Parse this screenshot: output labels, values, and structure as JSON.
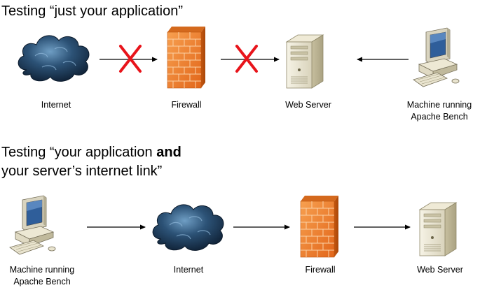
{
  "section1": {
    "title": "Testing “just your application”",
    "nodes": {
      "internet": "Internet",
      "firewall": "Firewall",
      "web_server": "Web Server",
      "client_line1": "Machine running",
      "client_line2": "Apache Bench"
    },
    "blocked_mark": "X"
  },
  "section2": {
    "title_part1": "Testing “your application ",
    "title_bold": "and",
    "title_line2": "your server’s internet link”",
    "nodes": {
      "client_line1": "Machine running",
      "client_line2": "Apache Bench",
      "internet": "Internet",
      "firewall": "Firewall",
      "web_server": "Web Server"
    }
  },
  "colors": {
    "cloud": "#1d3b57",
    "firewall": "#f07a1e",
    "blocked": "#e8141b",
    "arrow": "#000000",
    "server": "#e8e3cf"
  },
  "icons": [
    "cloud-icon",
    "firewall-icon",
    "server-icon",
    "computer-icon",
    "x-mark-icon"
  ]
}
